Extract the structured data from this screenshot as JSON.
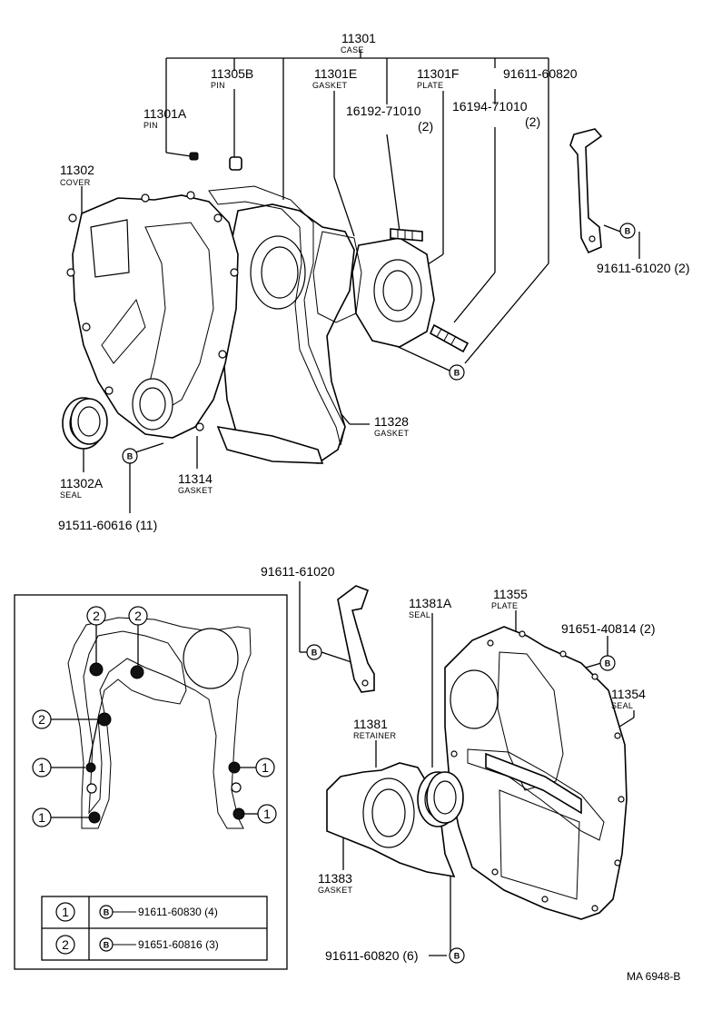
{
  "parts": {
    "case": {
      "number": "11301",
      "name": "CASE"
    },
    "pin_11305b": {
      "number": "11305B",
      "name": "PIN"
    },
    "gasket_11301e": {
      "number": "11301E",
      "name": "GASKET"
    },
    "plate_11301f": {
      "number": "11301F",
      "name": "PLATE"
    },
    "bolt_91611_60820_top": {
      "number": "91611-60820"
    },
    "pin_11301a": {
      "number": "11301A",
      "name": "PIN"
    },
    "stud_16192": {
      "number": "16192-71010",
      "qty": "(2)"
    },
    "stud_16194": {
      "number": "16194-71010",
      "qty": "(2)"
    },
    "cover_11302": {
      "number": "11302",
      "name": "COVER"
    },
    "bolt_91611_61020_2": {
      "number": "91611-61020 (2)"
    },
    "gasket_11328": {
      "number": "11328",
      "name": "GASKET"
    },
    "gasket_11314": {
      "number": "11314",
      "name": "GASKET"
    },
    "seal_11302a": {
      "number": "11302A",
      "name": "SEAL"
    },
    "bolt_91511": {
      "number": "91511-60616 (11)"
    },
    "bolt_91611_61020": {
      "number": "91611-61020"
    },
    "plate_11355": {
      "number": "11355",
      "name": "PLATE"
    },
    "seal_11381a": {
      "number": "11381A",
      "name": "SEAL"
    },
    "bolt_91651_40814": {
      "number": "91651-40814 (2)"
    },
    "seal_11354": {
      "number": "11354",
      "name": "SEAL"
    },
    "retainer_11381": {
      "number": "11381",
      "name": "RETAINER"
    },
    "gasket_11383": {
      "number": "11383",
      "name": "GASKET"
    },
    "bolt_91611_60820_6": {
      "number": "91611-60820 (6)"
    }
  },
  "legend": {
    "row1": {
      "index": "1",
      "symbol": "B",
      "part": "91611-60830 (4)"
    },
    "row2": {
      "index": "2",
      "symbol": "B",
      "part": "91651-60816 (3)"
    }
  },
  "callout_numbers": {
    "one": "1",
    "two": "2"
  },
  "bolt_symbol": "B",
  "diagram_code": "MA  6948-B"
}
